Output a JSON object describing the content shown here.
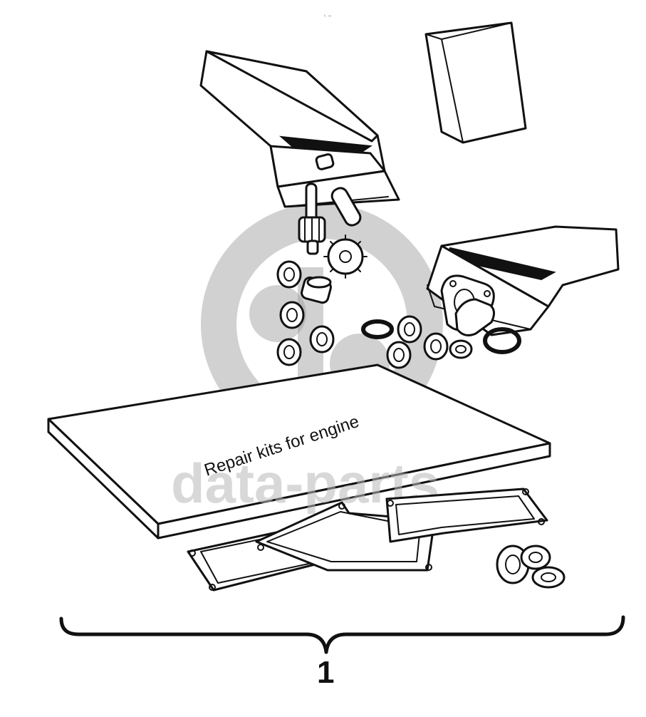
{
  "figure": {
    "manual_text": "Repair kits for engine",
    "watermark_text": "data-parts",
    "callout_number": "1",
    "header_mark": "ᵇ ·ˢˢ"
  },
  "colors": {
    "ink": "#111111",
    "paper": "#ffffff",
    "watermark": "#9a9a9a"
  }
}
